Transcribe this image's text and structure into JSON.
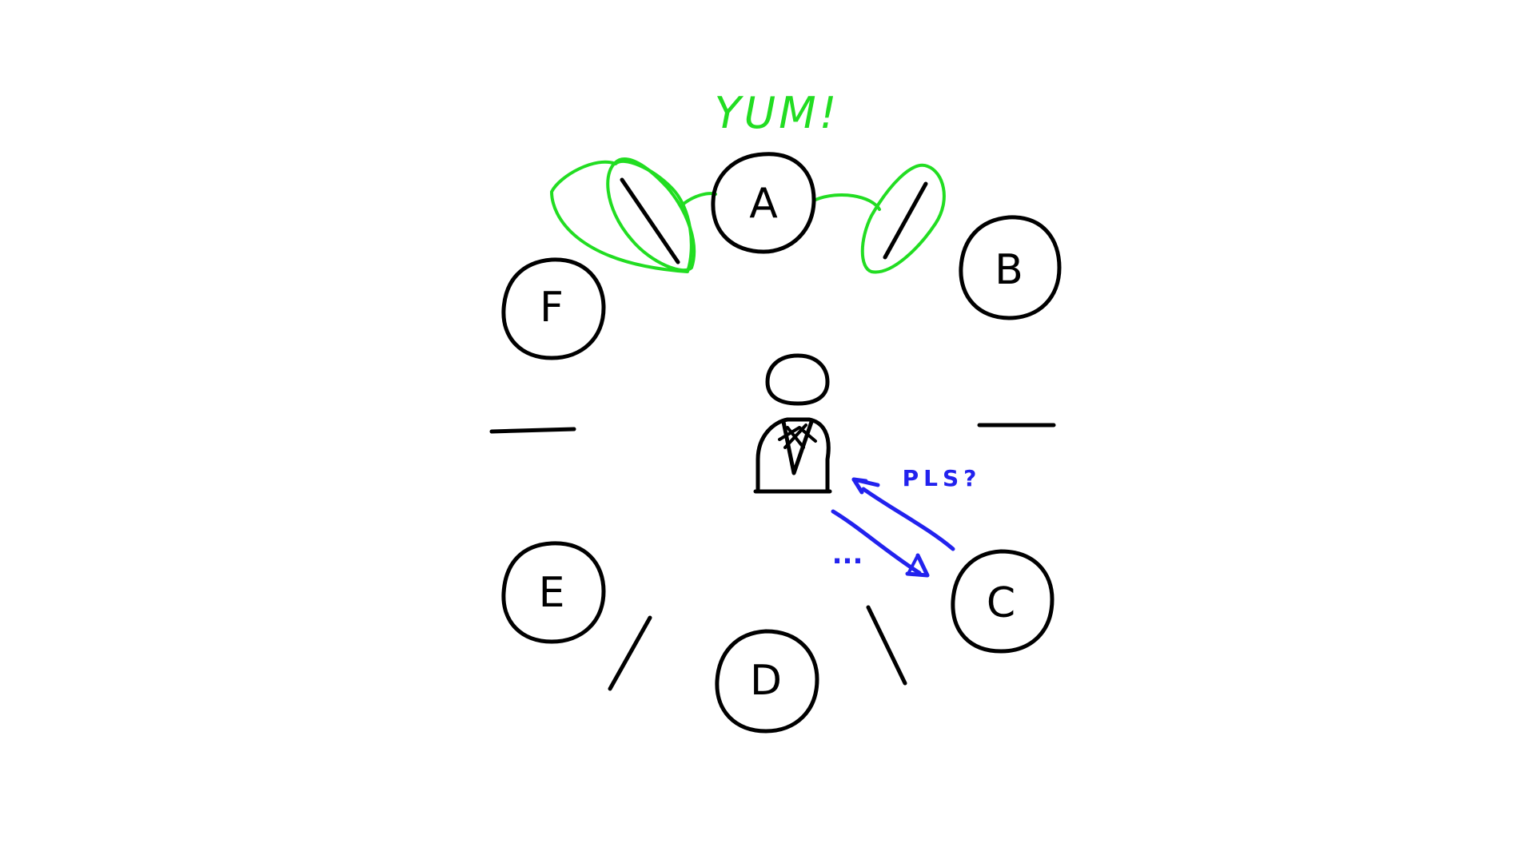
{
  "colors": {
    "ink": "#000000",
    "highlight": "#22dd22",
    "request": "#2222ee"
  },
  "nodes": {
    "a": "A",
    "b": "B",
    "c": "C",
    "d": "D",
    "e": "E",
    "f": "F"
  },
  "annotations": {
    "yum": "YUM!",
    "pls": "PLS?",
    "dots": "..."
  },
  "icons": {
    "center_figure": "person-icon"
  }
}
